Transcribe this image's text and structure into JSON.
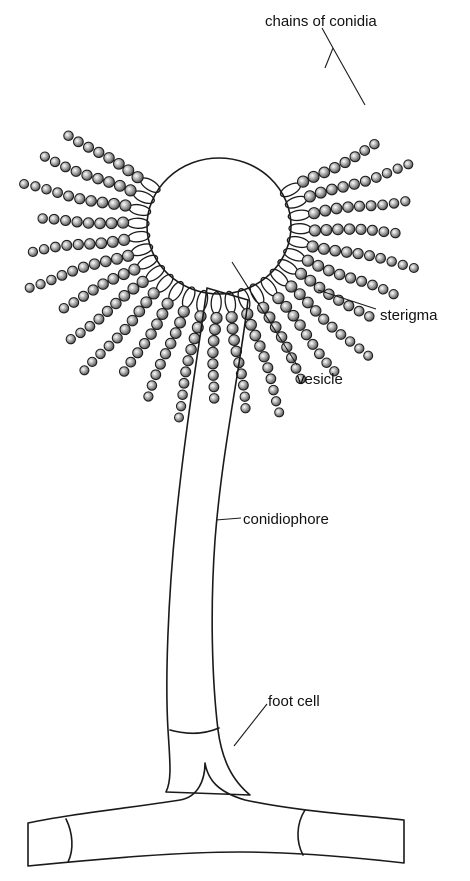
{
  "diagram": {
    "labels": {
      "chains": "chains of conidia",
      "sterigma": "sterigma",
      "vesicle": "vesicle",
      "conidiophore": "conidiophore",
      "foot_cell": "foot cell"
    }
  }
}
